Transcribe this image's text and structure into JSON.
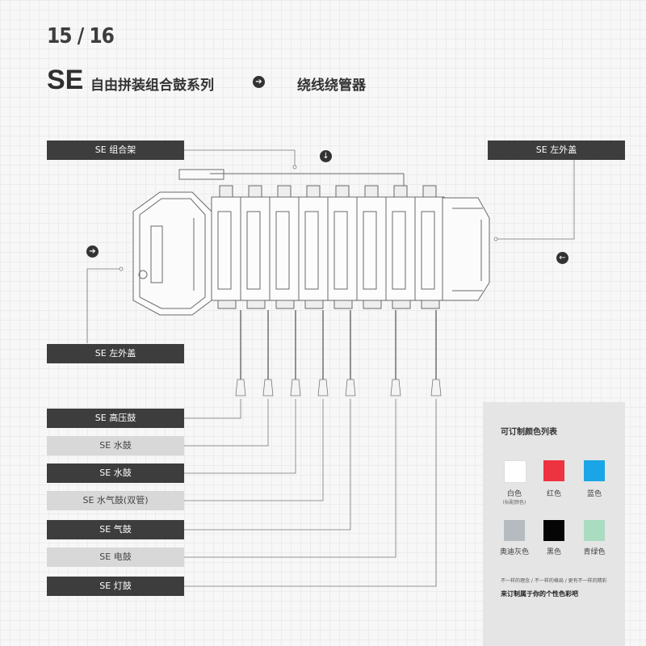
{
  "page_number": "15 / 16",
  "brand": "SE",
  "title": "自由拼装组合鼓系列",
  "subtitle": "绕线绕管器",
  "icons": {
    "title_arrow": "right-arrow-icon",
    "down_arrow": "down-arrow-icon",
    "left_arrow": "right-arrow-icon",
    "right_arrow": "left-arrow-icon"
  },
  "labels": {
    "frame": "SE 组合架",
    "right_cover": "SE 左外盖",
    "left_cover": "SE 左外盖",
    "drums": [
      {
        "text": "SE 高压鼓",
        "style": "dark"
      },
      {
        "text": "SE 水鼓",
        "style": "light"
      },
      {
        "text": "SE 水鼓",
        "style": "dark"
      },
      {
        "text": "SE 水气鼓(双管)",
        "style": "light"
      },
      {
        "text": "SE 气鼓",
        "style": "dark"
      },
      {
        "text": "SE 电鼓",
        "style": "light"
      },
      {
        "text": "SE 灯鼓",
        "style": "dark"
      }
    ]
  },
  "palette": {
    "title": "可订制颜色列表",
    "swatches": [
      {
        "name": "白色",
        "note": "(标配颜色)",
        "color": "#ffffff"
      },
      {
        "name": "红色",
        "note": "",
        "color": "#ee3340"
      },
      {
        "name": "蓝色",
        "note": "",
        "color": "#1aa6e6"
      },
      {
        "name": "奥迪灰色",
        "note": "",
        "color": "#b6bbbf"
      },
      {
        "name": "黑色",
        "note": "",
        "color": "#050505"
      },
      {
        "name": "青绿色",
        "note": "",
        "color": "#a9dcc0"
      }
    ],
    "tagline": "不一样的理念 / 不一样的格局 / 更有不一样的精彩",
    "cta": "来订制属于你的个性色彩吧"
  },
  "colors": {
    "dark_label": "#3d3d3d",
    "light_label": "#d8d8d8",
    "palette_bg": "#e5e5e5"
  }
}
